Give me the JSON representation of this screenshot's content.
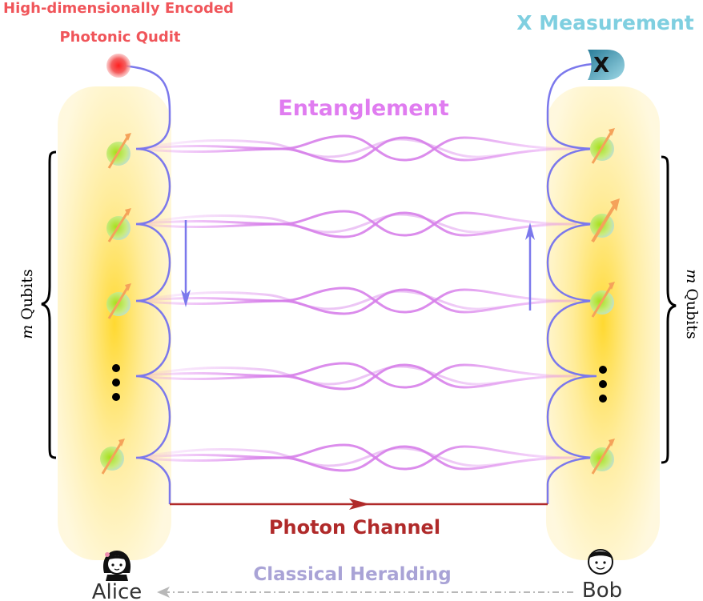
{
  "labels": {
    "photonic_qudit_line1": "High-dimensionally Encoded",
    "photonic_qudit_line2": "Photonic Qudit",
    "x_measurement": "X Measurement",
    "x_symbol": "X",
    "entanglement": "Entanglement",
    "photon_channel": "Photon Channel",
    "classical_heralding": "Classical Heralding",
    "alice": "Alice",
    "bob": "Bob",
    "m_italic": "m",
    "qubits": "Qubits"
  },
  "colors": {
    "qudit_red": "#f0555a",
    "measurement_cyan": "#7fcfe0",
    "entanglement_violet": "#e07cf0",
    "channel_red": "#b02a2a",
    "heralding_lavender": "#a9a3d6",
    "waveguide_blue": "#7b78ec",
    "pad_yellow": "#ffd84a",
    "qubit_green": "#b6e43a",
    "spin_orange": "#f5a25a"
  },
  "rows": [
    "qubit",
    "qubit",
    "qubit",
    "ellipsis",
    "qubit"
  ]
}
